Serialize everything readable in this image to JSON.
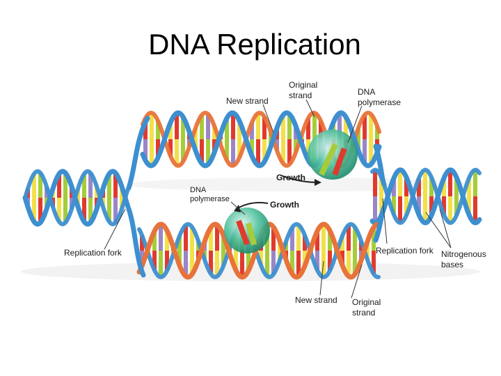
{
  "title": "DNA Replication",
  "labels": {
    "new_strand_top": "New strand",
    "original_strand_top_line1": "Original",
    "original_strand_top_line2": "strand",
    "dna_polymerase_top_line1": "DNA",
    "dna_polymerase_top_line2": "polymerase",
    "growth_top": "Growth",
    "dna_polymerase_left_line1": "DNA",
    "dna_polymerase_left_line2": "polymerase",
    "growth_bottom": "Growth",
    "replication_fork_left": "Replication fork",
    "replication_fork_right": "Replication fork",
    "nitrogenous_bases_line1": "Nitrogenous",
    "nitrogenous_bases_line2": "bases",
    "new_strand_bottom": "New strand",
    "original_strand_bottom_line1": "Original",
    "original_strand_bottom_line2": "strand"
  },
  "colors": {
    "backbone": "#3d8fd0",
    "backbone_new": "#e8733a",
    "base_red": "#e03a2e",
    "base_yellow": "#f2e04a",
    "base_green": "#a6cc3a",
    "base_purple": "#9a86c6",
    "polymerase": "#4fbf9c",
    "shadow": "#d9d9d9"
  }
}
